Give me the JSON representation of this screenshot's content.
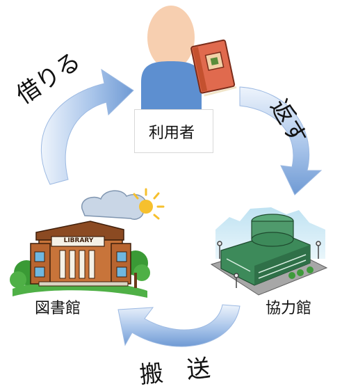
{
  "nodes": {
    "user": {
      "label": "利用者"
    },
    "library": {
      "label": "図書館",
      "sign": "LIBRARY"
    },
    "partner": {
      "label": "協力館"
    }
  },
  "flows": {
    "borrow": "借りる",
    "return": "返す",
    "transport": "搬　送"
  },
  "colors": {
    "arrow": "#7da6db",
    "arrow_light": "#e4eefb",
    "skin": "#f7cfb0",
    "shirt": "#5d8fd0",
    "book": "#e06a4e",
    "library_roof": "#8b4a22",
    "library_wall": "#c8743a",
    "partner_building": "#3d8a5a"
  }
}
